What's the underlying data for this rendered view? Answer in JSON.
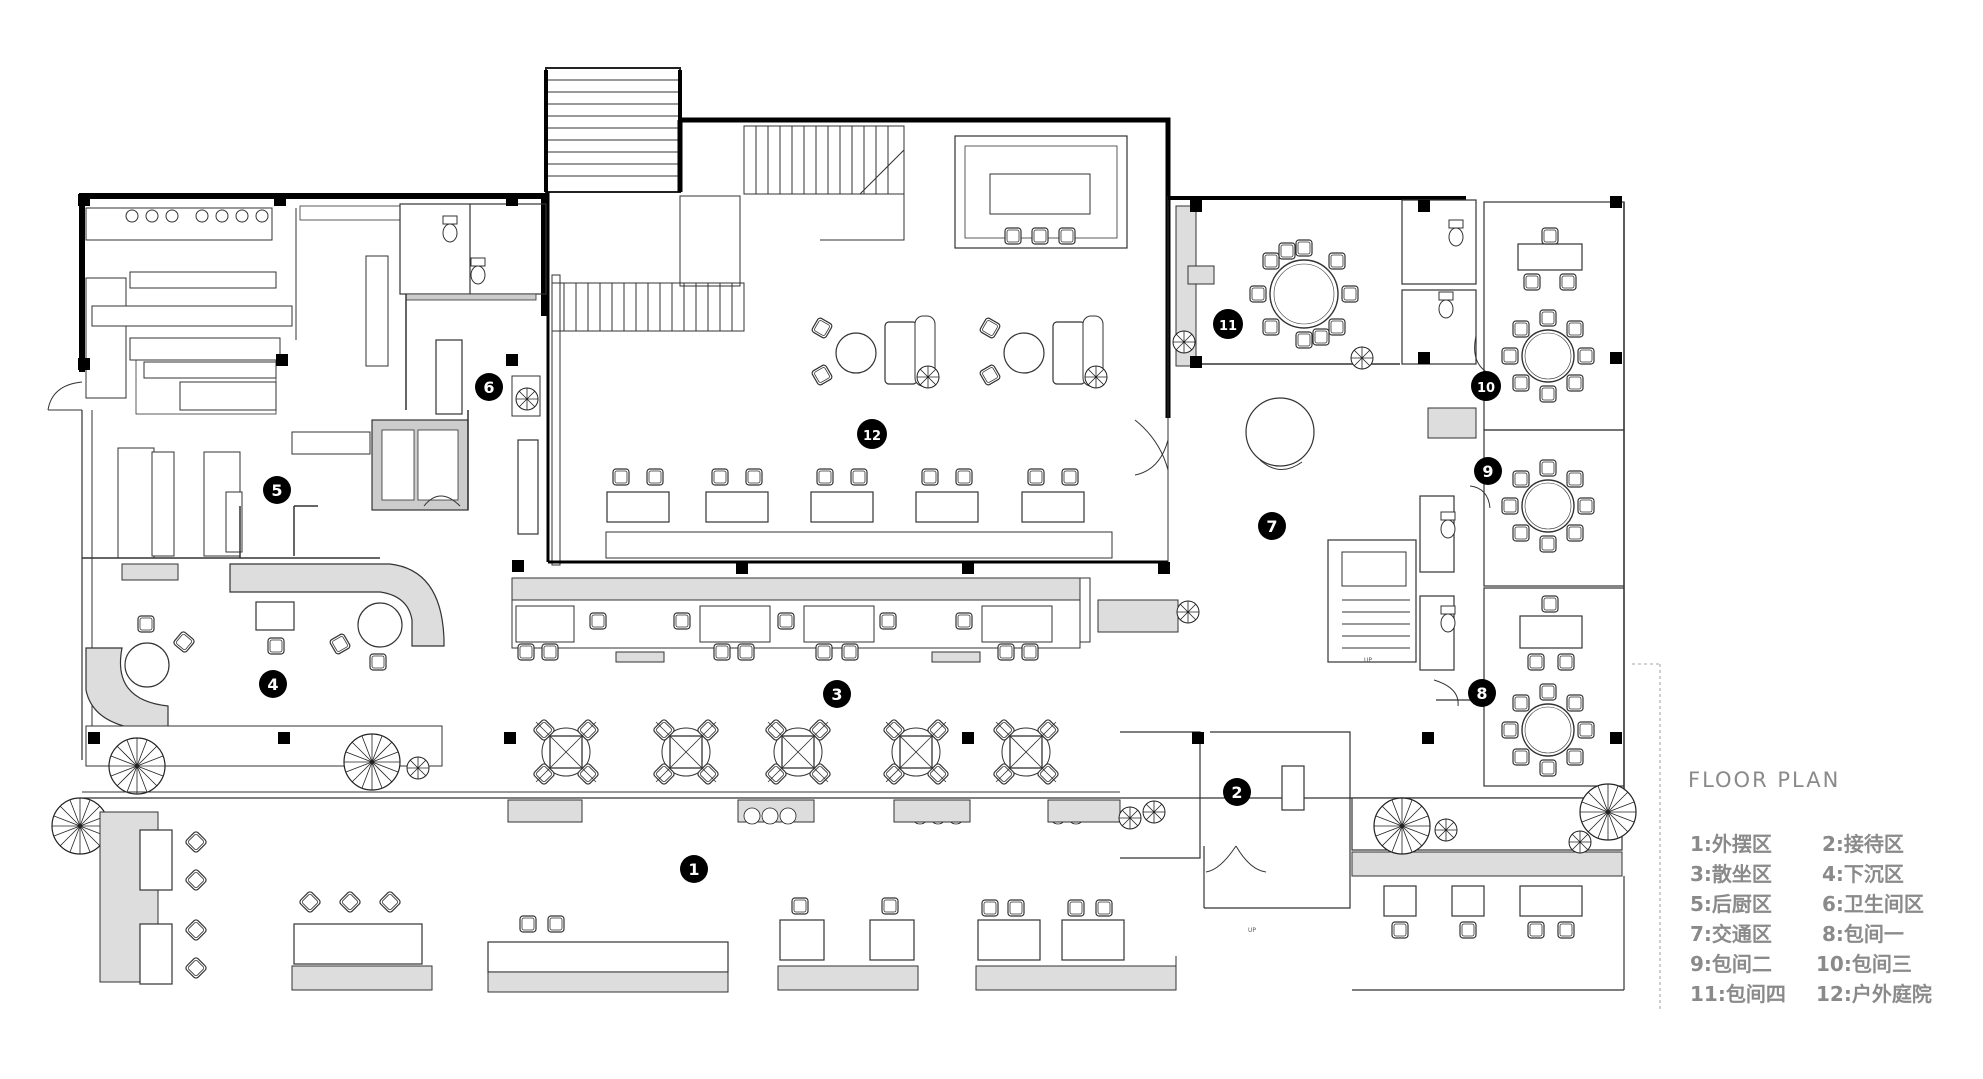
{
  "legend": {
    "title": "FLOOR PLAN",
    "items": [
      {
        "id": "1",
        "text": "1:外摆区"
      },
      {
        "id": "2",
        "text": "2:接待区"
      },
      {
        "id": "3",
        "text": "3:散坐区"
      },
      {
        "id": "4",
        "text": "4:下沉区"
      },
      {
        "id": "5",
        "text": "5:后厨区"
      },
      {
        "id": "6",
        "text": "6:卫生间区"
      },
      {
        "id": "7",
        "text": "7:交通区"
      },
      {
        "id": "8",
        "text": "8:包间一"
      },
      {
        "id": "9",
        "text": "9:包间二"
      },
      {
        "id": "10",
        "text": "10:包间三"
      },
      {
        "id": "11",
        "text": "11:包间四"
      },
      {
        "id": "12",
        "text": "12:户外庭院"
      }
    ]
  },
  "markers": [
    "1",
    "2",
    "3",
    "4",
    "5",
    "6",
    "7",
    "8",
    "9",
    "10",
    "11",
    "12"
  ],
  "annotations": {
    "up_mark_1": "UP",
    "up_mark_2": "UP"
  },
  "colors": {
    "wall": "#000000",
    "line": "#333333",
    "fill": "#d9d9d9",
    "legend": "#8a8a8a"
  }
}
